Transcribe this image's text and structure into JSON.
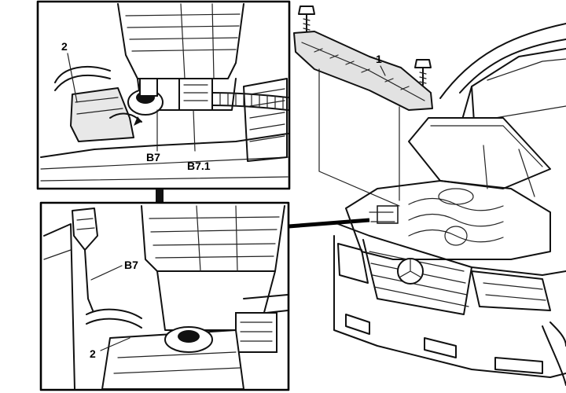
{
  "labels": {
    "top_inset_part2": "2",
    "top_inset_b7": "B7",
    "top_inset_b71": "B7.1",
    "bottom_inset_b7": "B7",
    "bottom_inset_part2": "2",
    "main_part1": "1"
  },
  "colors": {
    "ink": "#111111",
    "paper": "#ffffff",
    "shade": "#d8d8d8"
  }
}
